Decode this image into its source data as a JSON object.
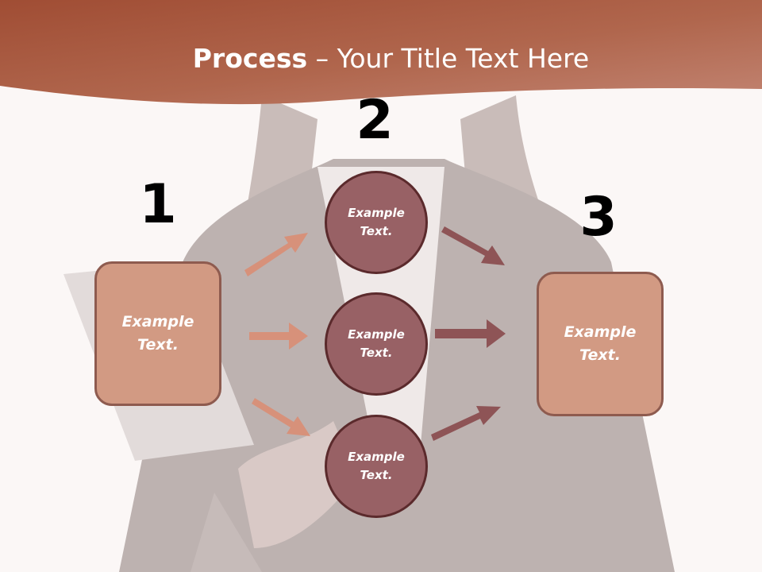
{
  "title": {
    "bold": "Process",
    "rest": " – Your Title Text Here"
  },
  "steps": [
    {
      "number": "1",
      "text": "Example Text."
    },
    {
      "number": "2",
      "items": [
        "Example Text.",
        "Example Text.",
        "Example Text."
      ]
    },
    {
      "number": "3",
      "text": "Example Text."
    }
  ],
  "colors": {
    "header": "#b0664d",
    "box_fill": "#d29a83",
    "circle_fill": "#986165",
    "arrow_in": "#d7917a",
    "arrow_out": "#8e5456"
  }
}
